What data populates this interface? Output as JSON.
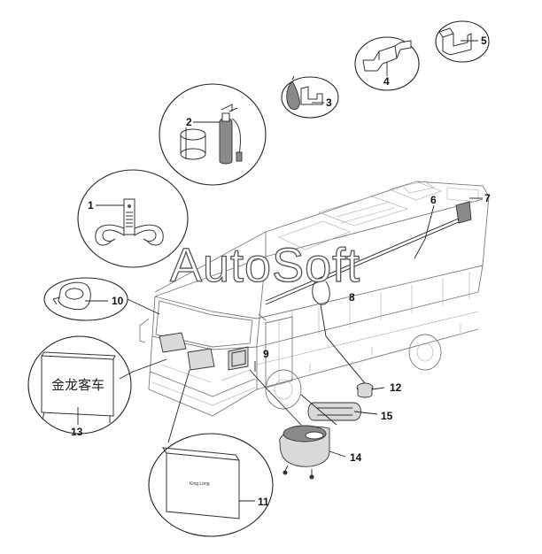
{
  "watermark": "AutoSoft",
  "sign_text": "金龙客车",
  "panel_logo": "King Long",
  "callouts": [
    "1",
    "2",
    "3",
    "4",
    "5",
    "6",
    "7",
    "8",
    "9",
    "10",
    "11",
    "12",
    "13",
    "14",
    "15"
  ]
}
